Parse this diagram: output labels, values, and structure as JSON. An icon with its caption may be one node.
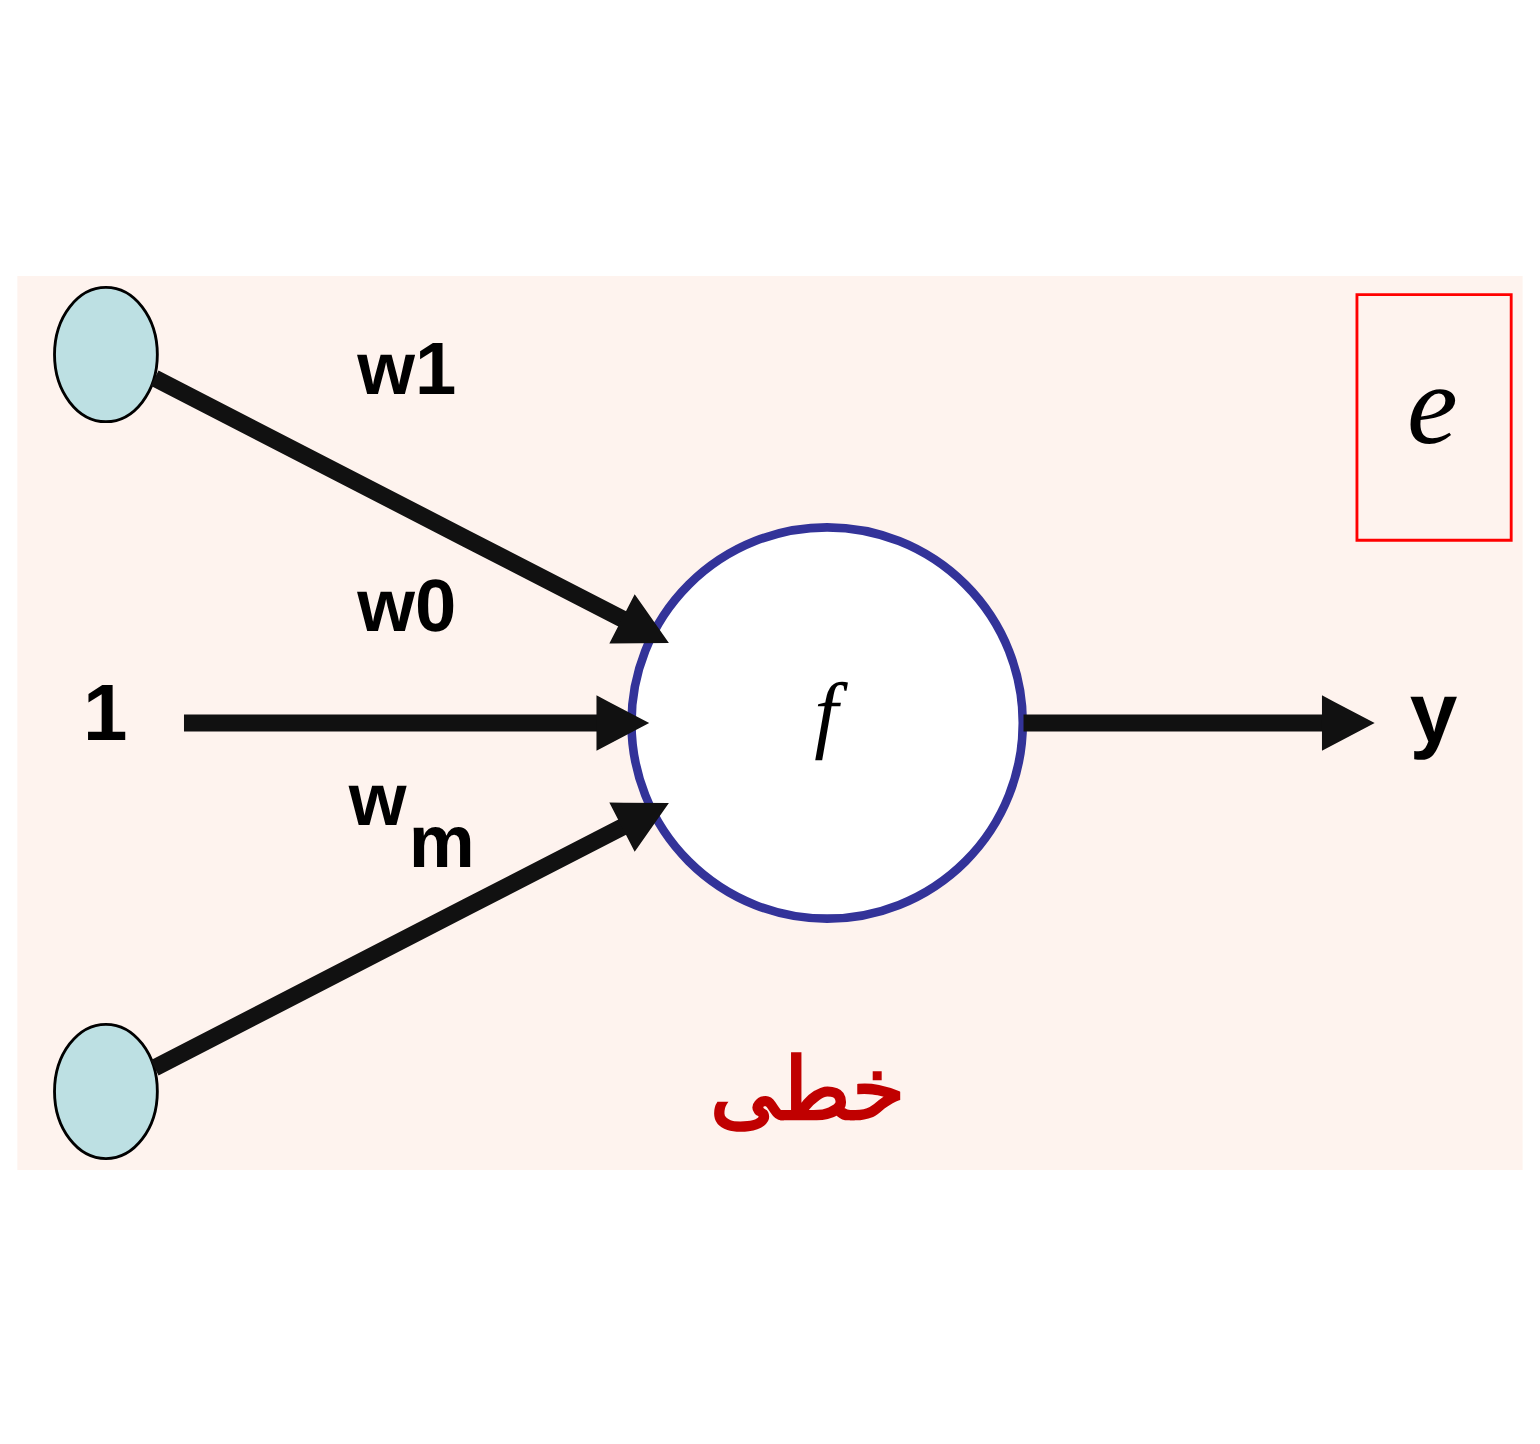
{
  "diagram": {
    "nodes": [
      {
        "text": [],
        "shape": "circle"
      },
      {
        "text": [
          "1"
        ]
      },
      {
        "text": [
          "f"
        ],
        "beside": [
          "خطی"
        ]
      },
      {
        "text": [
          "y"
        ]
      },
      {
        "text": [],
        "shape": "circle"
      },
      {
        "text": [
          "e"
        ]
      }
    ],
    "edges": [
      {
        "from": 0,
        "to": 2,
        "arrow": "to",
        "label": "w1"
      },
      {
        "from": 1,
        "to": 2,
        "arrow": "to",
        "label": "w0"
      },
      {
        "from": 4,
        "to": 2,
        "arrow": "to",
        "label": "w$_{m}$"
      },
      {
        "from": 2,
        "to": 3,
        "arrow": "to"
      }
    ]
  }
}
